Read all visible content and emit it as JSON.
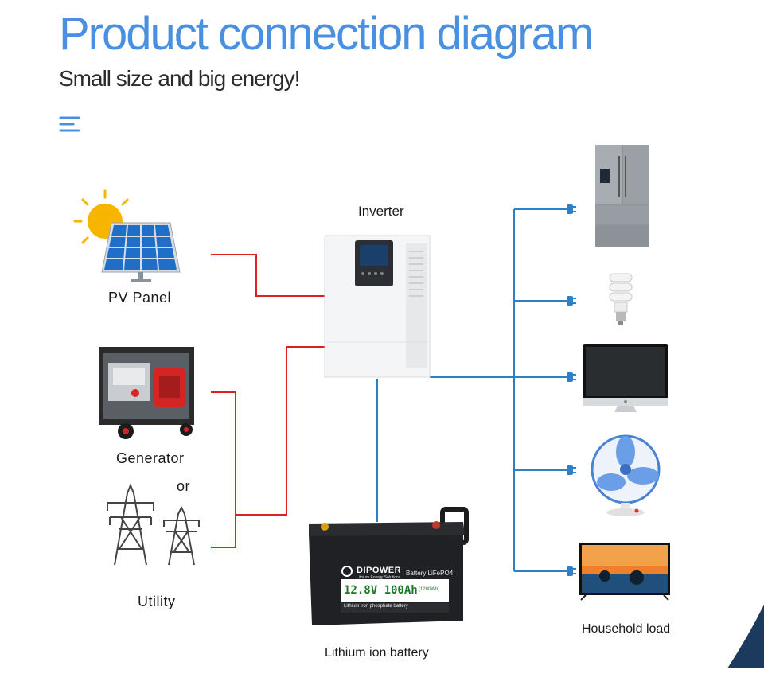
{
  "header": {
    "title": "Product connection diagram",
    "subtitle": "Small size and big energy!",
    "menu_icon": "menu-lines-icon"
  },
  "components": {
    "inverter": "Inverter",
    "pv_panel": "PV Panel",
    "generator": "Generator",
    "or": "or",
    "utility": "Utility",
    "battery": "Lithium ion battery",
    "household": "Household load"
  },
  "battery_label": {
    "brand": "DIPOWER",
    "tagline": "Lithium Energy Solutions",
    "type": "Battery LiFePO4",
    "spec": "12.8V 100Ah",
    "energy": "(1280Wh)",
    "chem": "Lithium iron phosphate battery"
  },
  "loads": [
    "refrigerator-icon",
    "lightbulb-icon",
    "monitor-icon",
    "fan-icon",
    "television-icon"
  ],
  "colors": {
    "title": "#4a90e2",
    "ac_input_line": "#e02020",
    "output_line": "#2f7fc4",
    "corner_accent": "#1c3a5e"
  }
}
